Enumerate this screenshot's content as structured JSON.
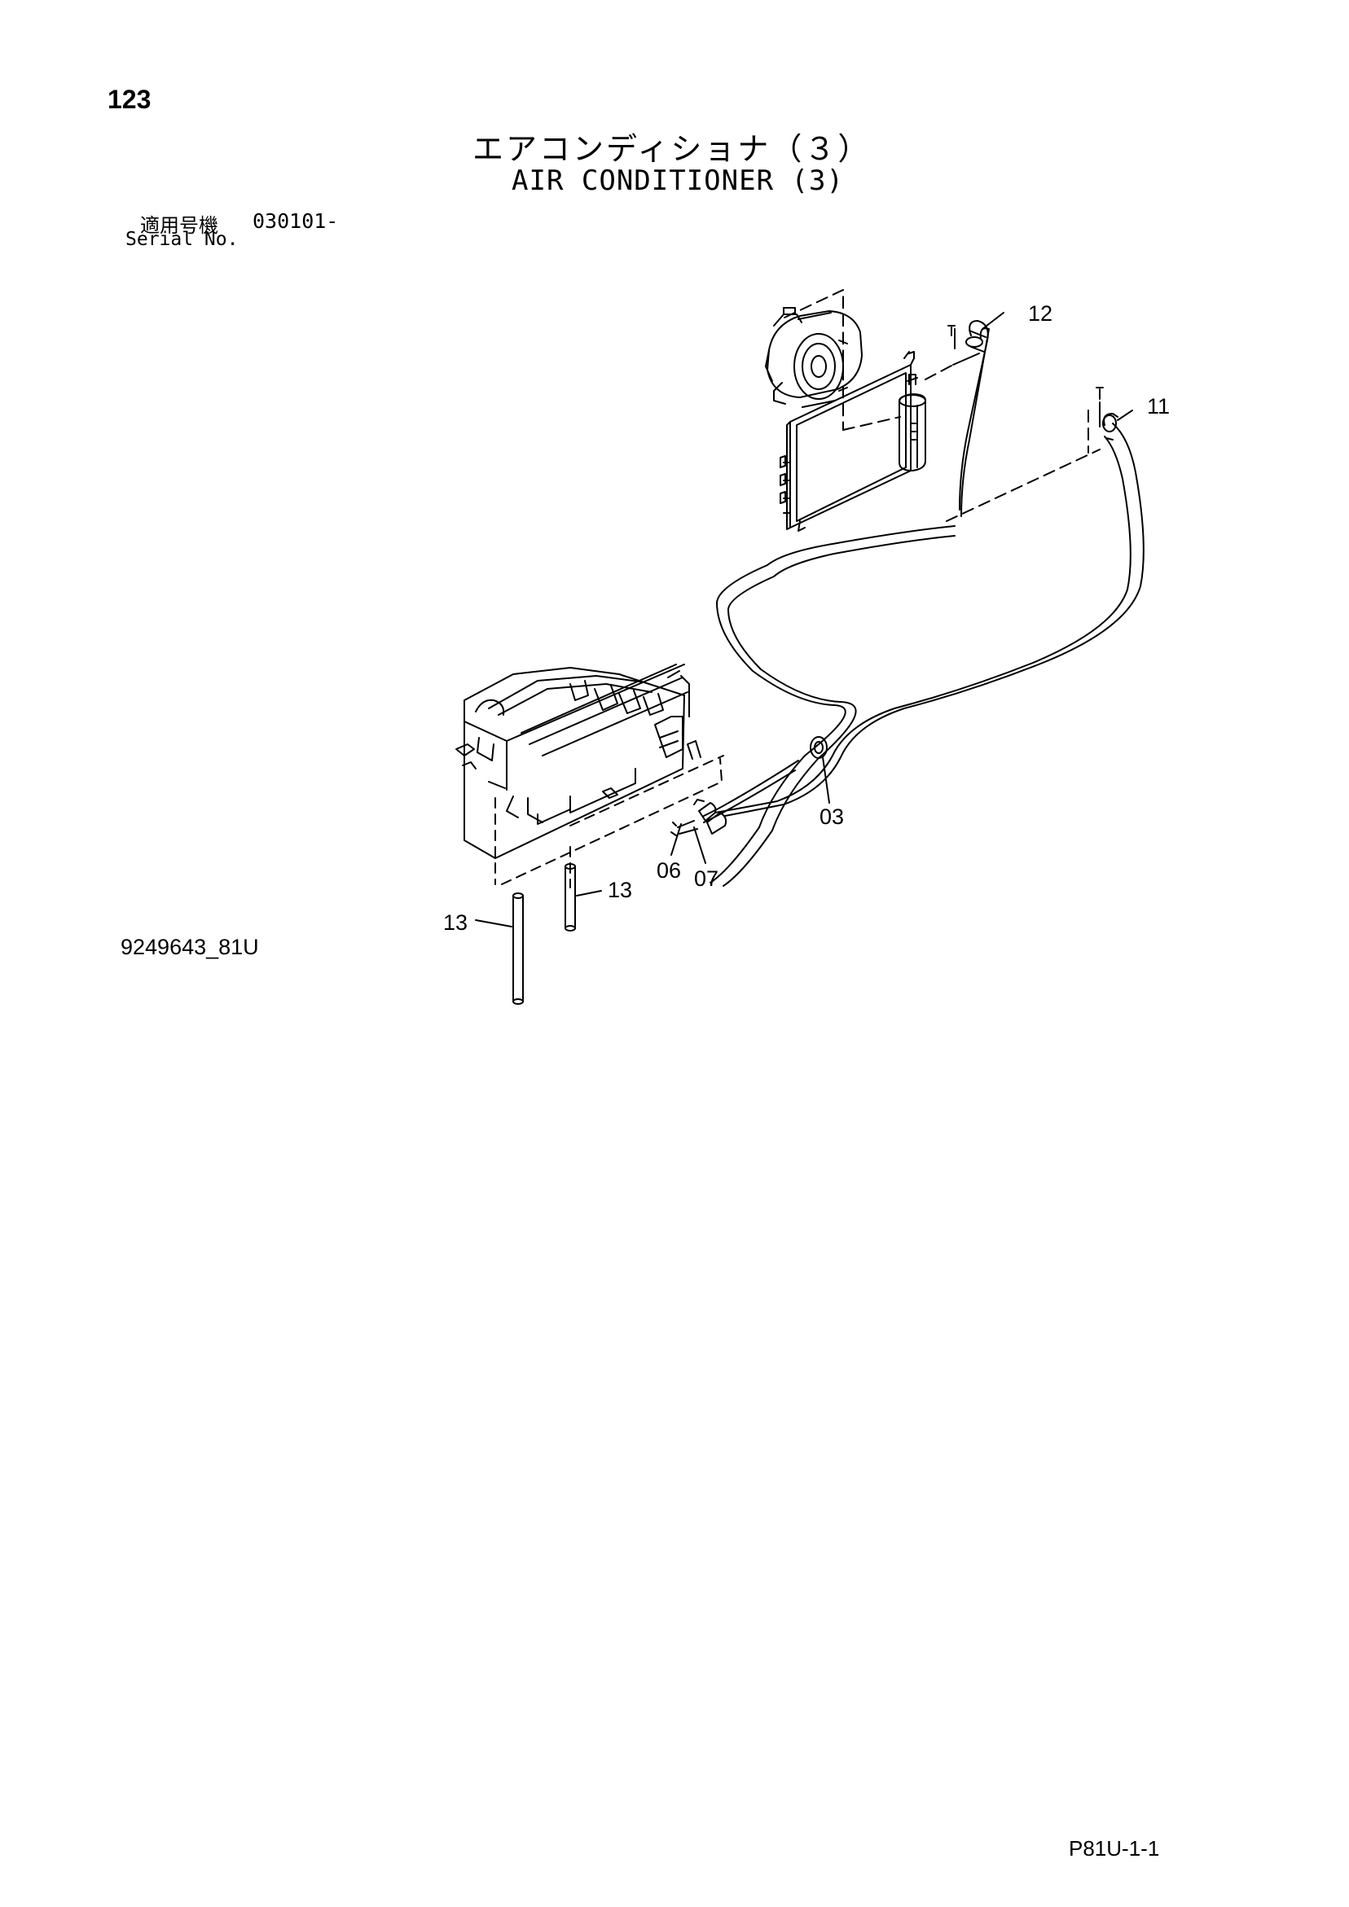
{
  "header": {
    "page_number": "123",
    "title_jp": "エアコンディショナ（３）",
    "title_en": "AIR CONDITIONER (3)",
    "serial_label_jp": "適用号機",
    "serial_value": "030101-",
    "serial_label_en": "Serial No."
  },
  "footer": {
    "drawing_number": "9249643_81U",
    "page_ref": "P81U-1-1"
  },
  "callouts": {
    "c03": "03",
    "c06": "06",
    "c07": "07",
    "c11": "11",
    "c12": "12",
    "c13a": "13",
    "c13b": "13"
  }
}
